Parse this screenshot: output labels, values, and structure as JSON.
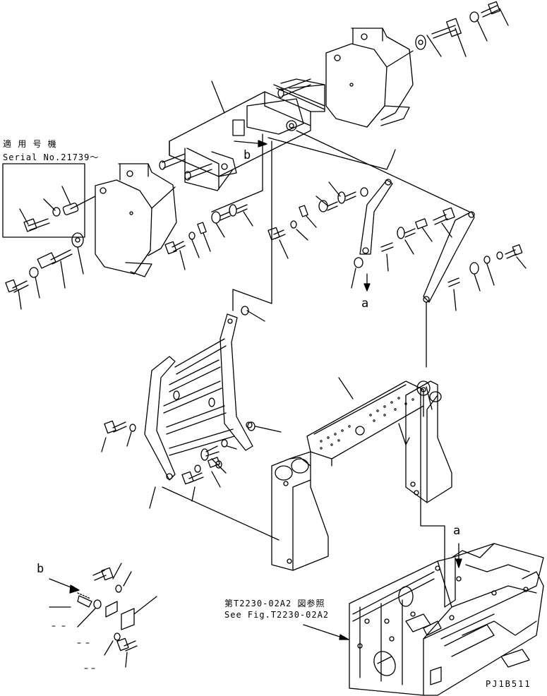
{
  "serial_note": {
    "jp": "適 用 号 機",
    "en": "Serial No.21739～"
  },
  "ref_note": {
    "jp": "第T2230-02A2 図参照",
    "en": "See Fig.T2230-02A2"
  },
  "callouts": {
    "b_upper": "b",
    "a_upper": "a",
    "a_lower": "a",
    "b_lower": "b"
  },
  "drawing_code": "PJ1B511",
  "colors": {
    "ink": "#000000",
    "paper": "#ffffff"
  }
}
